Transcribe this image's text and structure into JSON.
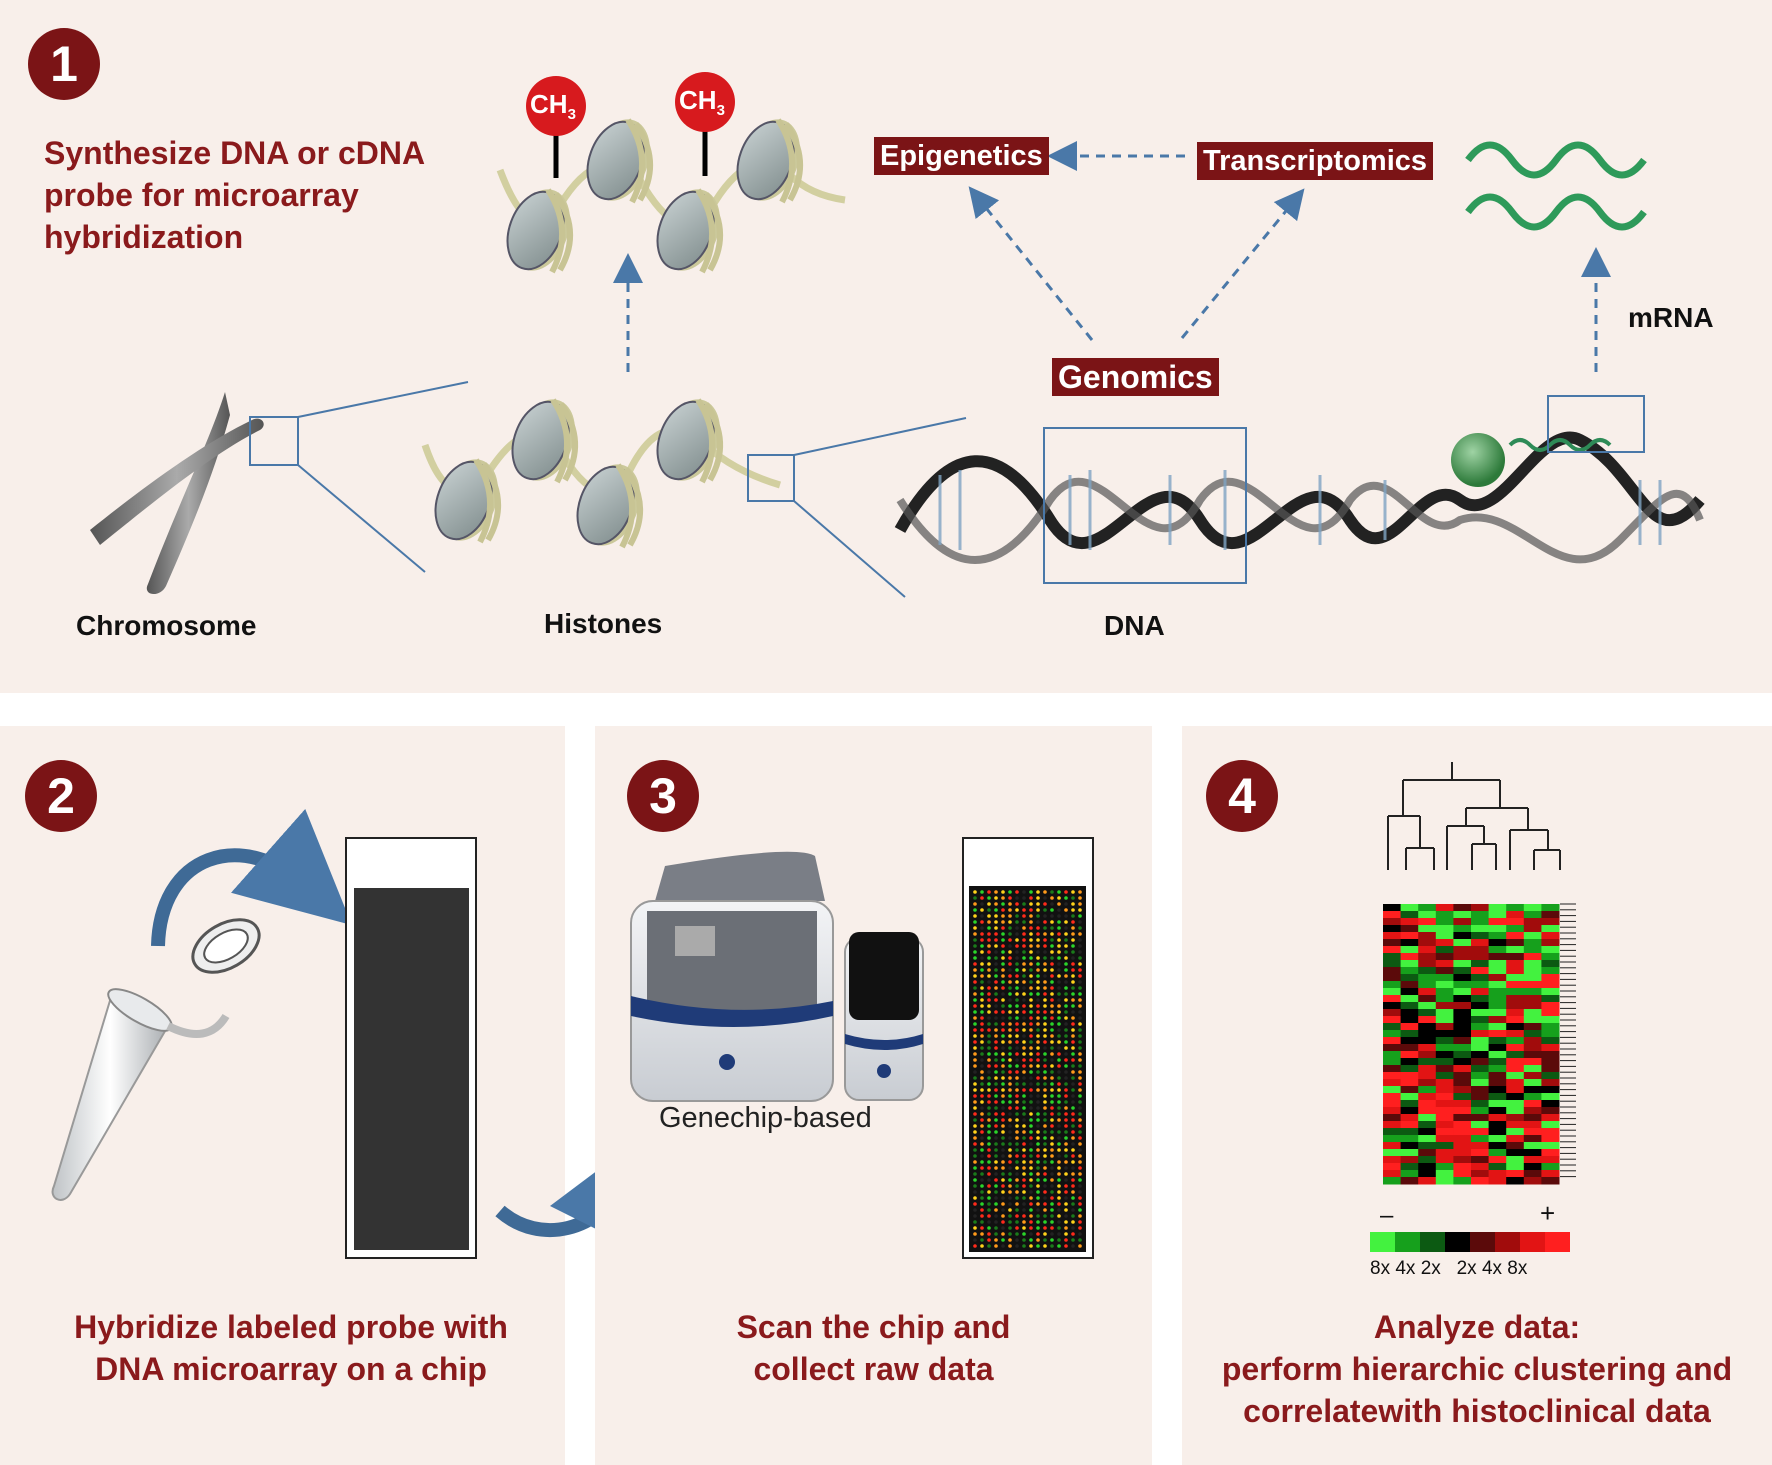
{
  "panel1": {
    "number": "1",
    "title_lines": [
      "Synthesize DNA or cDNA",
      "probe for microarray",
      "hybridization"
    ],
    "labels": {
      "chromosome": "Chromosome",
      "histones": "Histones",
      "dna": "DNA",
      "mrna": "mRNA"
    },
    "methyl_main": "CH",
    "methyl_sub": "3",
    "tags": {
      "epigenetics": "Epigenetics",
      "transcriptomics": "Transcriptomics",
      "genomics": "Genomics"
    }
  },
  "panel2": {
    "number": "2",
    "title_lines": [
      "Hybridize labeled probe with",
      "DNA microarray on a chip"
    ]
  },
  "panel3": {
    "number": "3",
    "device_label": "Genechip-based",
    "title_lines": [
      "Scan the chip and",
      "collect raw data"
    ]
  },
  "panel4": {
    "number": "4",
    "title_lines": [
      "Analyze data:",
      "perform hierarchic clustering and",
      "correlatewith histoclinical data"
    ],
    "legend_minus": "–",
    "legend_plus": "+",
    "legend_scale": "8x 4x 2x   2x 4x 8x",
    "legend_colors": [
      "#43f23f",
      "#16a01c",
      "#0c5a12",
      "#000000",
      "#5b0a0a",
      "#a10c0c",
      "#e21414",
      "#ff1f1f"
    ]
  },
  "colors": {
    "accent": "#7b1416",
    "title_red": "#8a1a1c",
    "panel_bg": "#f8efea",
    "arrow_blue": "#4a78a8"
  }
}
